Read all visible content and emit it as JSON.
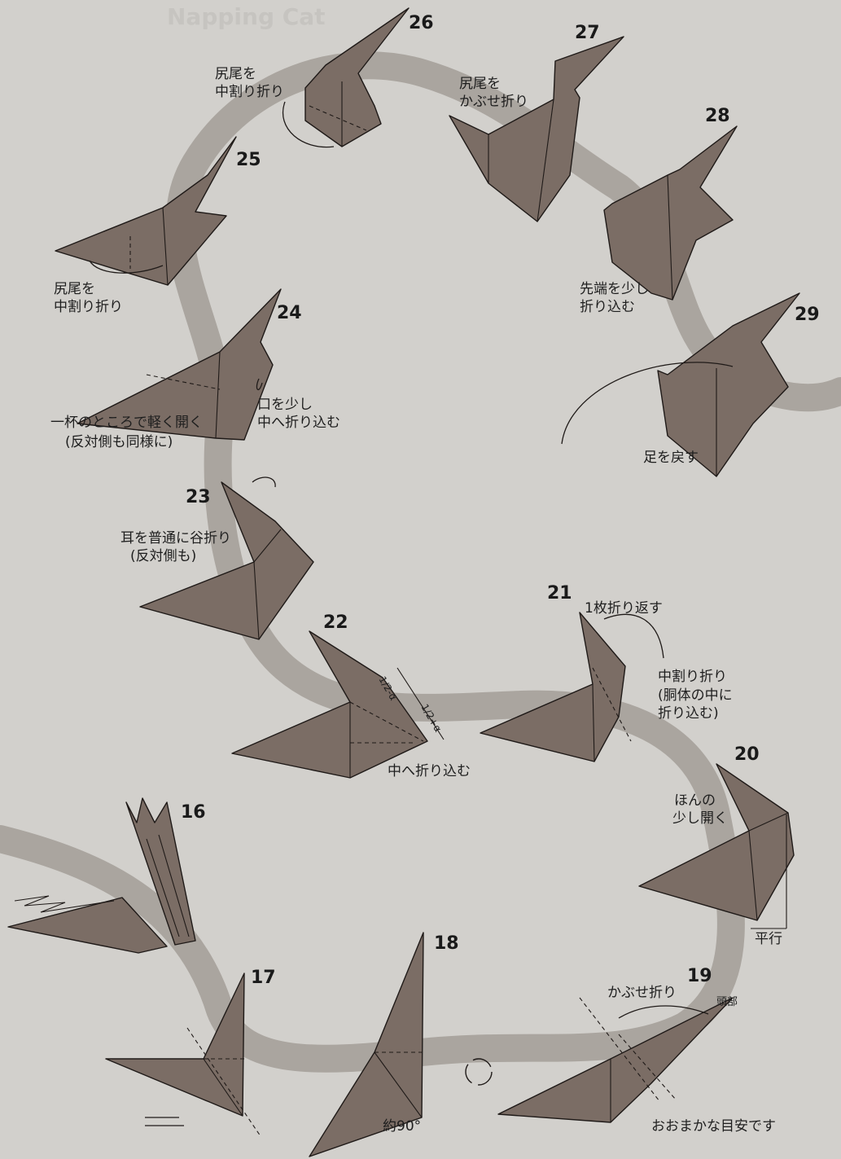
{
  "background_title": "Napping Cat",
  "steps": [
    {
      "num": "16"
    },
    {
      "num": "17"
    },
    {
      "num": "18",
      "angle_label": "約90°"
    },
    {
      "num": "19",
      "labels": [
        "かぶせ折り",
        "頭部",
        "おおまかな目安です"
      ]
    },
    {
      "num": "20",
      "labels": [
        "ほんの",
        "少し開く",
        "平行"
      ]
    },
    {
      "num": "21",
      "labels": [
        "1枚折り返す",
        "中割り折り",
        "(胴体の中に",
        "折り込む)"
      ]
    },
    {
      "num": "22",
      "labels": [
        "中へ折り込む",
        "1/2-α",
        "1/2+α"
      ]
    },
    {
      "num": "23",
      "labels": [
        "耳を普通に谷折り",
        "(反対側も)"
      ]
    },
    {
      "num": "24",
      "labels": [
        "口を少し",
        "中へ折り込む",
        "一杯のところで軽く開く",
        "(反対側も同様に)"
      ]
    },
    {
      "num": "25",
      "labels": [
        "尻尾を",
        "中割り折り"
      ]
    },
    {
      "num": "26",
      "labels": [
        "尻尾を",
        "中割り折り"
      ]
    },
    {
      "num": "27",
      "labels": [
        "尻尾を",
        "かぶせ折り"
      ]
    },
    {
      "num": "28",
      "labels": [
        "先端を少し",
        "折り込む"
      ]
    },
    {
      "num": "29",
      "labels": [
        "足を戻す"
      ]
    }
  ],
  "colors": {
    "paper": "#7b6d65",
    "background": "#d2d0cc",
    "path": "#aaa59f",
    "ink": "#1f1a18"
  }
}
